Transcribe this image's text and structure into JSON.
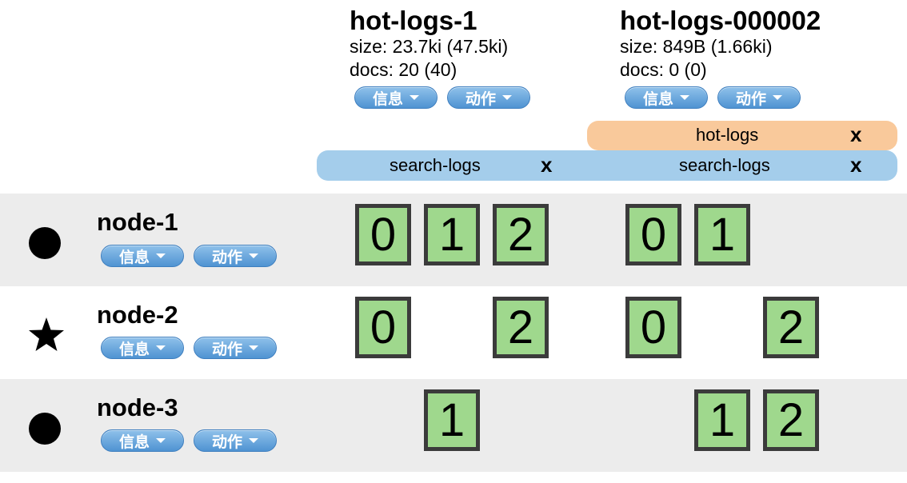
{
  "indices": [
    {
      "name": "hot-logs-1",
      "size": "size: 23.7ki (47.5ki)",
      "docs": "docs: 20 (40)",
      "info_label": "信息",
      "action_label": "动作"
    },
    {
      "name": "hot-logs-000002",
      "size": "size: 849B (1.66ki)",
      "docs": "docs: 0 (0)",
      "info_label": "信息",
      "action_label": "动作"
    }
  ],
  "aliases": {
    "hot_logs": {
      "label": "hot-logs",
      "close": "x",
      "color": "#f9c99b"
    },
    "search_logs_1": {
      "label": "search-logs",
      "close": "x",
      "color": "#a4cdeb"
    },
    "search_logs_2": {
      "label": "search-logs",
      "close": "x",
      "color": "#a4cdeb"
    }
  },
  "nodes": [
    {
      "name": "node-1",
      "icon": "circle-icon",
      "info_label": "信息",
      "action_label": "动作"
    },
    {
      "name": "node-2",
      "icon": "star-icon",
      "info_label": "信息",
      "action_label": "动作"
    },
    {
      "name": "node-3",
      "icon": "circle-icon",
      "info_label": "信息",
      "action_label": "动作"
    }
  ],
  "shards": {
    "node1": {
      "i1": [
        "0",
        "1",
        "2"
      ],
      "i2": [
        "0",
        "1"
      ]
    },
    "node2": {
      "i1": [
        "0",
        "2"
      ],
      "i2": [
        "0",
        "2"
      ]
    },
    "node3": {
      "i1": [
        "1"
      ],
      "i2": [
        "1",
        "2"
      ]
    }
  },
  "colors": {
    "shard_fill": "#9fd88d",
    "shard_border": "#3b3b3b",
    "row_gray": "#ececec",
    "button_blue": "#4f93d2"
  }
}
